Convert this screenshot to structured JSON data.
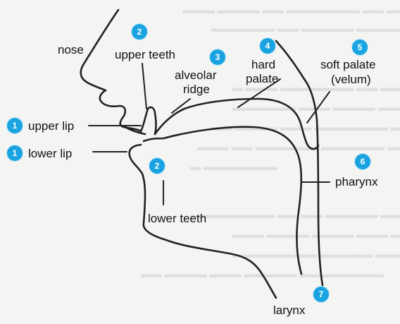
{
  "colors": {
    "badge": "#1aa3e0",
    "outline": "#222222",
    "label": "#111111",
    "background": "#f4f4f2"
  },
  "labels": {
    "nose": "nose",
    "upper_teeth": "upper teeth",
    "alveolar_ridge_line1": "alveolar",
    "alveolar_ridge_line2": "ridge",
    "hard_palate_line1": "hard",
    "hard_palate_line2": "palate",
    "soft_palate_line1": "soft palate",
    "soft_palate_line2": "(velum)",
    "upper_lip": "upper lip",
    "lower_lip": "lower lip",
    "lower_teeth": "lower teeth",
    "pharynx": "pharynx",
    "larynx": "larynx"
  },
  "badges": {
    "upper_lip": "1",
    "lower_lip": "1",
    "upper_teeth": "2",
    "lower_teeth": "2",
    "alveolar_ridge": "3",
    "hard_palate": "4",
    "soft_palate": "5",
    "pharynx": "6",
    "larynx": "7"
  }
}
